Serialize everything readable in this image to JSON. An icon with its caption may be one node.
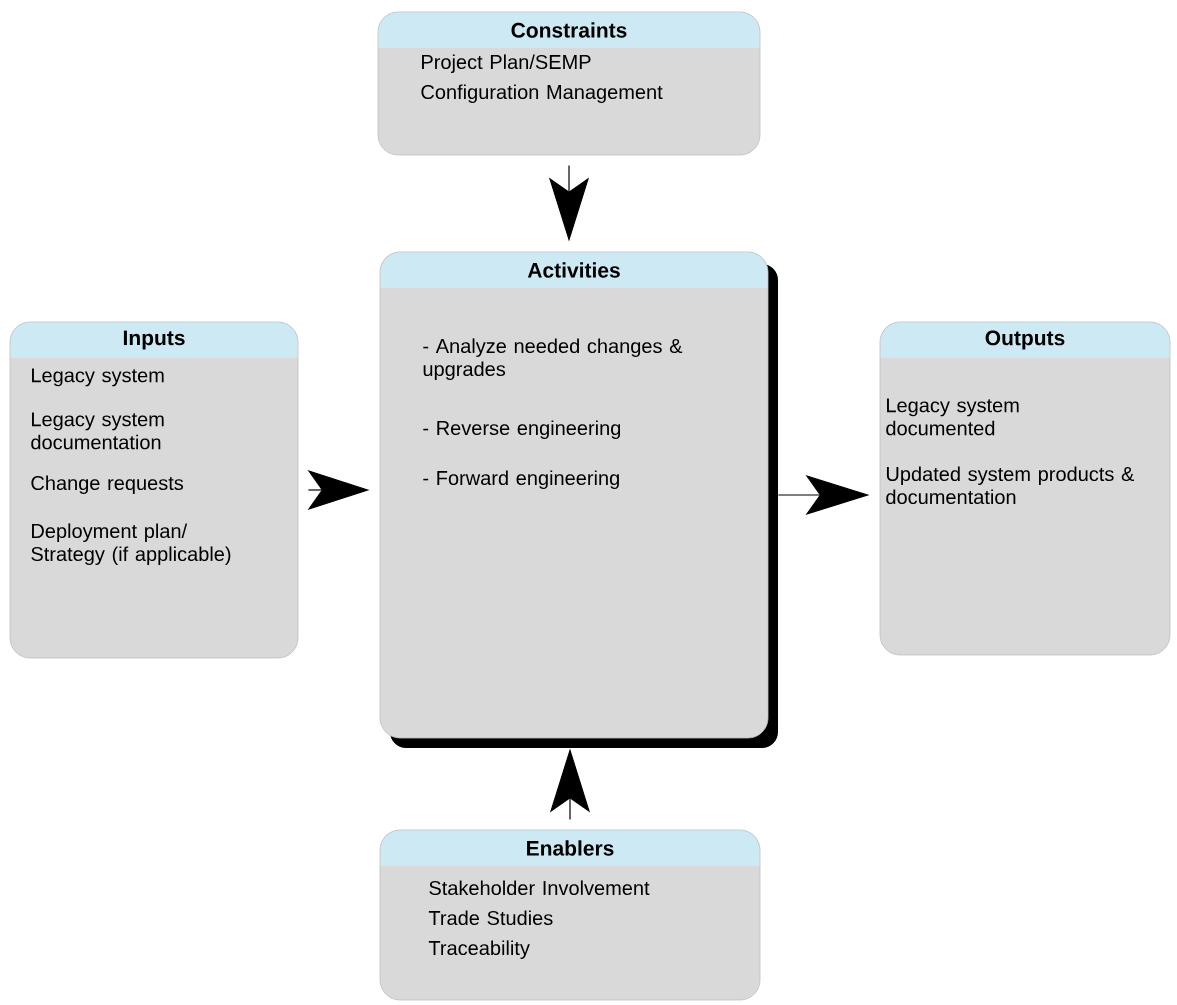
{
  "diagram": {
    "nodes": [
      {
        "text": [
          "Constraints",
          "Project Plan/SEMP",
          "Configuration Management"
        ]
      },
      {
        "text": [
          "Activities",
          "- Analyze needed changes & upgrades",
          "- Reverse engineering",
          "- Forward engineering"
        ]
      },
      {
        "text": [
          "Inputs",
          "Legacy system",
          "Legacy system documentation",
          "Change requests",
          "Deployment plan/ Strategy (if applicable)"
        ]
      },
      {
        "text": [
          "Outputs",
          "Legacy system documented",
          "Updated system products & documentation"
        ]
      },
      {
        "text": [
          "Enablers",
          "Stakeholder Involvement",
          "Trade Studies",
          "Traceability"
        ]
      }
    ],
    "edges": [
      {
        "from": 0,
        "to": 1,
        "arrow": "to"
      },
      {
        "from": 2,
        "to": 1,
        "arrow": "to"
      },
      {
        "from": 1,
        "to": 3,
        "arrow": "to"
      },
      {
        "from": 4,
        "to": 1,
        "arrow": "to"
      }
    ]
  }
}
